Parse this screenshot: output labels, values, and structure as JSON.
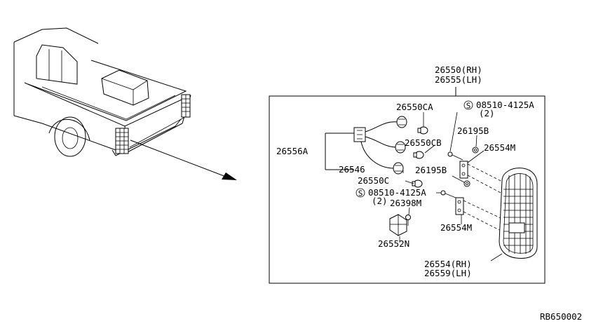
{
  "assembly": {
    "rh": "26550(RH)",
    "lh": "26555(LH)"
  },
  "labels": {
    "socket_ca": "26550CA",
    "screw_top": "08510-4125A",
    "screw_top_qty": "(2)",
    "nut_top": "26195B",
    "socket_cb": "26550CB",
    "gasket_top": "26554M",
    "harness_assy": "26556A",
    "harness": "26546",
    "nut_mid": "26195B",
    "socket_c": "26550C",
    "screw_mid": "08510-4125A",
    "screw_mid_qty": "(2)",
    "bolt": "26398M",
    "gasket_bottom": "26554M",
    "bracket": "26552N",
    "lens_rh": "26554(RH)",
    "lens_lh": "26559(LH)"
  },
  "symbols": {
    "screw_symbol": "S"
  },
  "diagram_code": "RB650002"
}
